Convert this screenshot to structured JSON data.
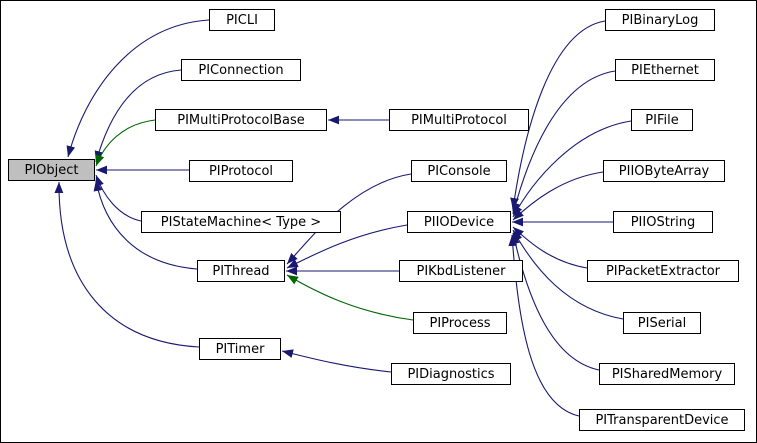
{
  "diagram": {
    "type": "inheritance-graph",
    "colors": {
      "public_inheritance": "#191970",
      "protected_inheritance": "#006400",
      "current_node_fill": "#bfbfbf",
      "node_fill": "#ffffff",
      "node_border": "#000000"
    },
    "nodes": {
      "PIObject": {
        "label": "PIObject",
        "current": true
      },
      "PICLI": {
        "label": "PICLI"
      },
      "PIConnection": {
        "label": "PIConnection"
      },
      "PIMultiProtocolBase": {
        "label": "PIMultiProtocolBase"
      },
      "PIProtocol": {
        "label": "PIProtocol"
      },
      "PIStateMachine": {
        "label": "PIStateMachine< Type >"
      },
      "PIThread": {
        "label": "PIThread"
      },
      "PITimer": {
        "label": "PITimer"
      },
      "PIMultiProtocol": {
        "label": "PIMultiProtocol"
      },
      "PIConsole": {
        "label": "PIConsole"
      },
      "PIIODevice": {
        "label": "PIIODevice"
      },
      "PIKbdListener": {
        "label": "PIKbdListener"
      },
      "PIProcess": {
        "label": "PIProcess"
      },
      "PIDiagnostics": {
        "label": "PIDiagnostics"
      },
      "PIBinaryLog": {
        "label": "PIBinaryLog"
      },
      "PIEthernet": {
        "label": "PIEthernet"
      },
      "PIFile": {
        "label": "PIFile"
      },
      "PIIOByteArray": {
        "label": "PIIOByteArray"
      },
      "PIIOString": {
        "label": "PIIOString"
      },
      "PIPacketExtractor": {
        "label": "PIPacketExtractor"
      },
      "PISerial": {
        "label": "PISerial"
      },
      "PISharedMemory": {
        "label": "PISharedMemory"
      },
      "PITransparentDevice": {
        "label": "PITransparentDevice"
      }
    },
    "edges": [
      {
        "from": "PICLI",
        "to": "PIObject",
        "type": "public"
      },
      {
        "from": "PIConnection",
        "to": "PIObject",
        "type": "public"
      },
      {
        "from": "PIMultiProtocolBase",
        "to": "PIObject",
        "type": "protected"
      },
      {
        "from": "PIProtocol",
        "to": "PIObject",
        "type": "public"
      },
      {
        "from": "PIStateMachine",
        "to": "PIObject",
        "type": "public"
      },
      {
        "from": "PIThread",
        "to": "PIObject",
        "type": "public"
      },
      {
        "from": "PITimer",
        "to": "PIObject",
        "type": "public"
      },
      {
        "from": "PIMultiProtocol",
        "to": "PIMultiProtocolBase",
        "type": "public"
      },
      {
        "from": "PIConsole",
        "to": "PIThread",
        "type": "public"
      },
      {
        "from": "PIIODevice",
        "to": "PIThread",
        "type": "public"
      },
      {
        "from": "PIKbdListener",
        "to": "PIThread",
        "type": "public"
      },
      {
        "from": "PIProcess",
        "to": "PIThread",
        "type": "protected"
      },
      {
        "from": "PIDiagnostics",
        "to": "PITimer",
        "type": "public"
      },
      {
        "from": "PIBinaryLog",
        "to": "PIIODevice",
        "type": "public"
      },
      {
        "from": "PIEthernet",
        "to": "PIIODevice",
        "type": "public"
      },
      {
        "from": "PIFile",
        "to": "PIIODevice",
        "type": "public"
      },
      {
        "from": "PIIOByteArray",
        "to": "PIIODevice",
        "type": "public"
      },
      {
        "from": "PIIOString",
        "to": "PIIODevice",
        "type": "public"
      },
      {
        "from": "PIPacketExtractor",
        "to": "PIIODevice",
        "type": "public"
      },
      {
        "from": "PISerial",
        "to": "PIIODevice",
        "type": "public"
      },
      {
        "from": "PISharedMemory",
        "to": "PIIODevice",
        "type": "public"
      },
      {
        "from": "PITransparentDevice",
        "to": "PIIODevice",
        "type": "public"
      }
    ]
  }
}
